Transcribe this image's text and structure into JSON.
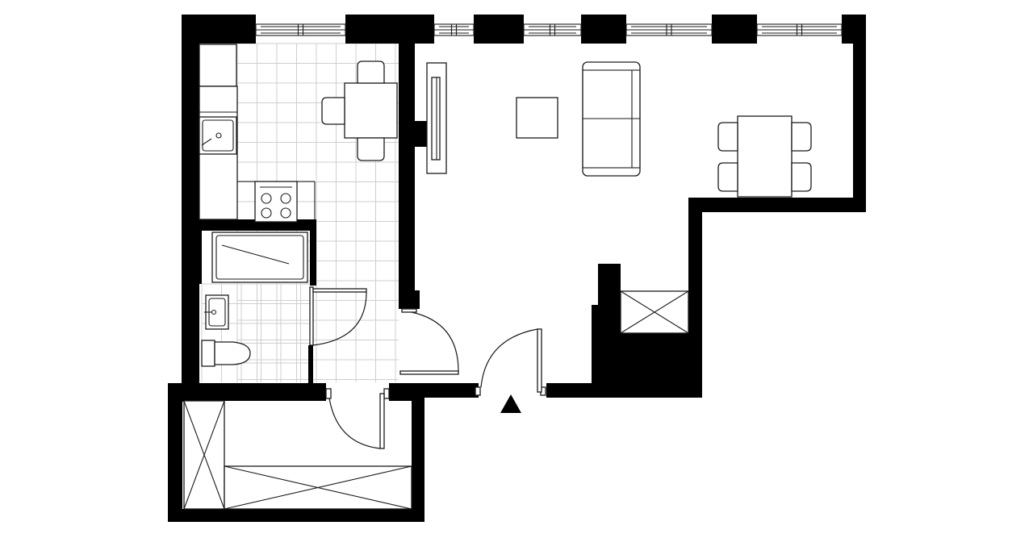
{
  "plan": {
    "type": "apartment-floor-plan",
    "colors": {
      "walls": "#000000",
      "floor": "#ffffff",
      "tiles": "#cfcfcf",
      "lines": "#1a1a1a"
    },
    "rooms": [
      "living-room",
      "kitchen",
      "bathroom",
      "hallway",
      "storage-closet"
    ],
    "furniture": [
      "sofa",
      "coffee-table",
      "dining-table",
      "dining-chairs",
      "kitchen-table",
      "kitchen-chairs",
      "tv-cabinet"
    ],
    "fixtures": [
      "kitchen-sink",
      "cooktop",
      "bathtub",
      "washbasin",
      "toilet",
      "fridge"
    ],
    "entrance_marker": "triangle-up"
  }
}
